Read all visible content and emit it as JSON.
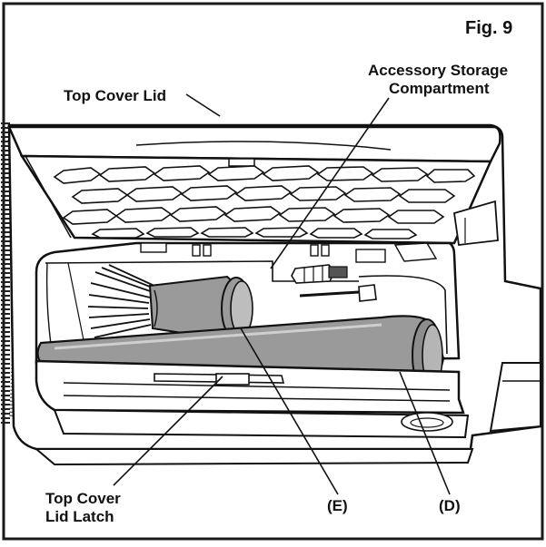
{
  "figure": {
    "number_label": "Fig. 9"
  },
  "callouts": {
    "top_cover_lid": "Top Cover Lid",
    "accessory_storage_line1": "Accessory Storage",
    "accessory_storage_line2": "Compartment",
    "lid_latch_line1": "Top Cover",
    "lid_latch_line2": "Lid Latch",
    "part_e": "(E)",
    "part_d": "(D)"
  },
  "colors": {
    "outline": "#111111",
    "border": "#1a1a1a",
    "tool_gray": "#9a9a9a",
    "shadow_gray": "#cfcfcf",
    "paper": "#ffffff"
  }
}
